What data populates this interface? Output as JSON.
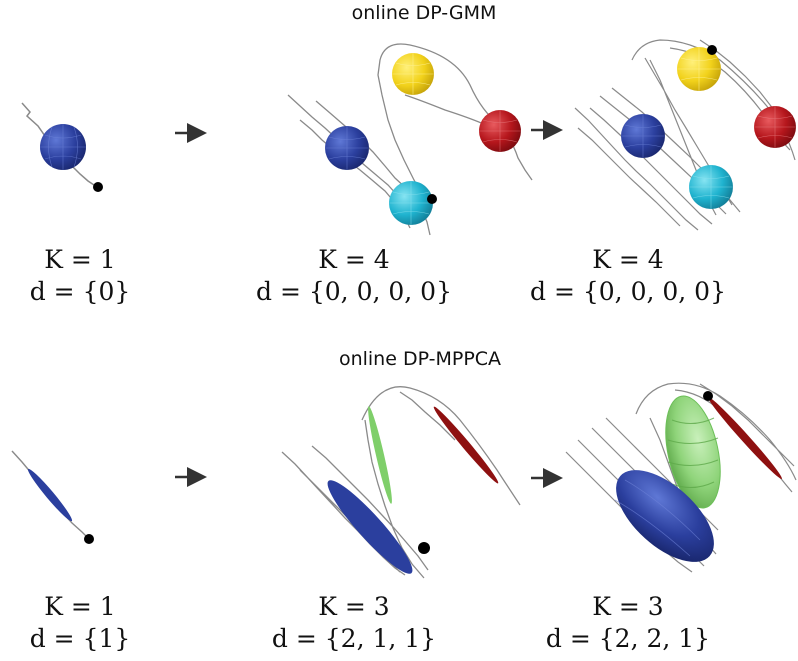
{
  "rows": [
    {
      "title": "online DP-GMM",
      "panels": [
        {
          "k_label": "K = 1",
          "d_label": "d = {0}"
        },
        {
          "k_label": "K = 4",
          "d_label": "d = {0, 0, 0, 0}"
        },
        {
          "k_label": "K = 4",
          "d_label": "d = {0, 0, 0, 0}"
        }
      ]
    },
    {
      "title": "online DP-MPPCA",
      "panels": [
        {
          "k_label": "K = 1",
          "d_label": "d = {1}"
        },
        {
          "k_label": "K = 3",
          "d_label": "d = {2, 1, 1}"
        },
        {
          "k_label": "K = 3",
          "d_label": "d = {2, 2, 1}"
        }
      ]
    }
  ],
  "colors": {
    "blue": "#2b3f9e",
    "yellow": "#f2d21b",
    "red": "#b5161c",
    "cyan": "#1fb3cf",
    "green": "#7fcf6a",
    "dark_red": "#8e1010",
    "trajectory": "#8a8a8a",
    "marker": "#000000",
    "arrow": "#333333"
  },
  "icons": [
    "sphere-component",
    "ellipsoid-component",
    "trajectory-line",
    "current-point-marker",
    "right-arrow-icon"
  ]
}
